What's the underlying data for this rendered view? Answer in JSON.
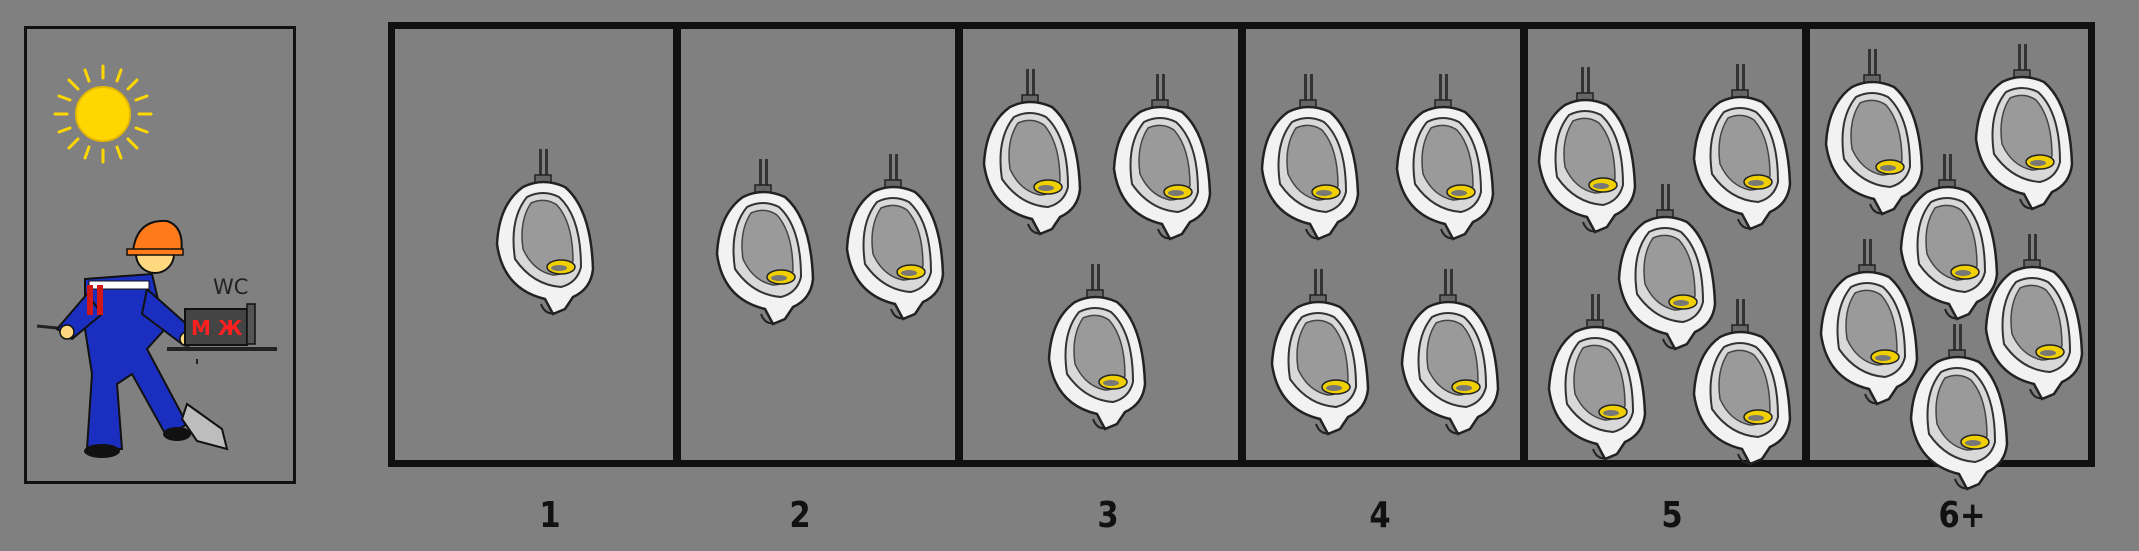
{
  "intro_card": {
    "sign_text": "WC",
    "sign_letters": "М Ж",
    "icons": [
      "sun-icon",
      "worker-icon",
      "toilet-sign-icon"
    ]
  },
  "panels": [
    {
      "label": "1",
      "urinal_count": 1
    },
    {
      "label": "2",
      "urinal_count": 2
    },
    {
      "label": "3",
      "urinal_count": 3
    },
    {
      "label": "4",
      "urinal_count": 4
    },
    {
      "label": "5",
      "urinal_count": 5
    },
    {
      "label": "6+",
      "urinal_count": 6
    }
  ],
  "colors": {
    "background": "#808080",
    "border": "#111111",
    "urinal_body": "#f2f2f2",
    "urinal_bowl": "#9a9a9a",
    "urinal_cake": "#f0d000",
    "sun": "#ffd700",
    "worker_suit": "#1a2ec0",
    "worker_helmet": "#ff7a1a",
    "sign_text": "#ff2020"
  }
}
